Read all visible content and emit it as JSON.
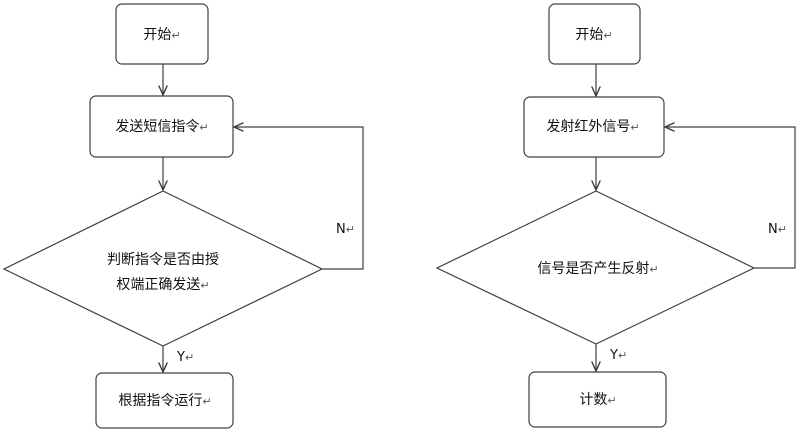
{
  "paragraph_mark": "↵",
  "left_flow": {
    "start": "开始",
    "send_command": "发送短信指令",
    "decision_line1": "判断指令是否由授",
    "decision_line2": "权端正确发送",
    "no_label": "N",
    "yes_label": "Y",
    "run_command": "根据指令运行"
  },
  "right_flow": {
    "start": "开始",
    "emit_ir": "发射红外信号",
    "decision": "信号是否产生反射",
    "no_label": "N",
    "yes_label": "Y",
    "count": "计数"
  }
}
